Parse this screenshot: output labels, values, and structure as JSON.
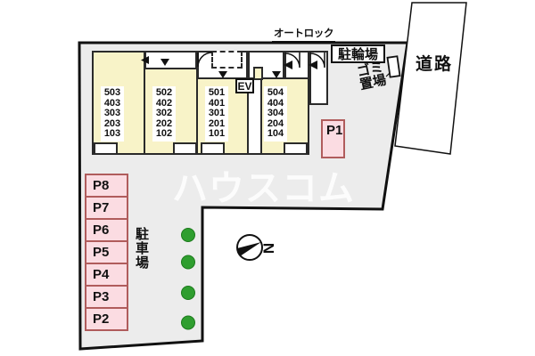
{
  "labels": {
    "autolock": "オートロック",
    "bicycle_parking": "駐輪場",
    "garbage_line1": "ゴミ",
    "garbage_line2": "置場",
    "road": "道路",
    "parking_lot": "駐車場",
    "elevator": "EV",
    "compass_north": "N",
    "watermark": "ハウスコム"
  },
  "building": {
    "columns": [
      {
        "units": [
          "503",
          "403",
          "303",
          "203",
          "103"
        ]
      },
      {
        "units": [
          "502",
          "402",
          "302",
          "202",
          "102"
        ]
      },
      {
        "units": [
          "501",
          "401",
          "301",
          "201",
          "101"
        ]
      },
      {
        "units": [
          "504",
          "404",
          "304",
          "204",
          "104"
        ]
      }
    ]
  },
  "parking": {
    "spaces_left": [
      "P8",
      "P7",
      "P6",
      "P5",
      "P4",
      "P3",
      "P2"
    ],
    "space_right": "P1"
  },
  "colors": {
    "site_fill": "#ECECEC",
    "unit_fill": "#F8F3C8",
    "parking_fill": "#FBDCE2",
    "parking_border": "#B05C5C",
    "tree_green": "#2F9E2F",
    "line": "#111111"
  }
}
